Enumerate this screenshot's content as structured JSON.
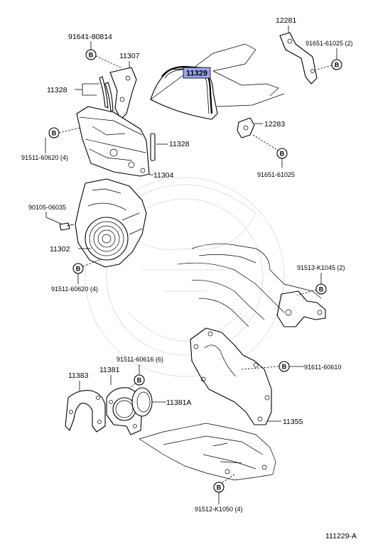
{
  "diagram": {
    "highlight_color": "#9aa4e8",
    "callout_part": "11329",
    "figure_code": "111229-A",
    "bolt_symbol": "B",
    "labels": {
      "p91641_80814": "91641-80814",
      "p11307": "11307",
      "p11328_top": "11328",
      "p11328_mid": "11328",
      "p91511_60620_a": "91511-60620 (4)",
      "p11304": "11304",
      "p90105_06035": "90105-06035",
      "p11302": "11302",
      "p91511_60620_b": "91511-60620 (4)",
      "p12281": "12281",
      "p91651_61025_2": "91651-61025 (2)",
      "p12283": "12283",
      "p91651_61025": "91651-61025",
      "p91513_k1045": "91513-K1045 (2)",
      "p91511_60616": "91511-60616 (6)",
      "p11383": "11383",
      "p11381": "11381",
      "p11381a": "11381A",
      "p91611_60610": "91611-60610",
      "p11355": "11355",
      "p91512_k1050": "91512-K1050 (4)"
    }
  }
}
